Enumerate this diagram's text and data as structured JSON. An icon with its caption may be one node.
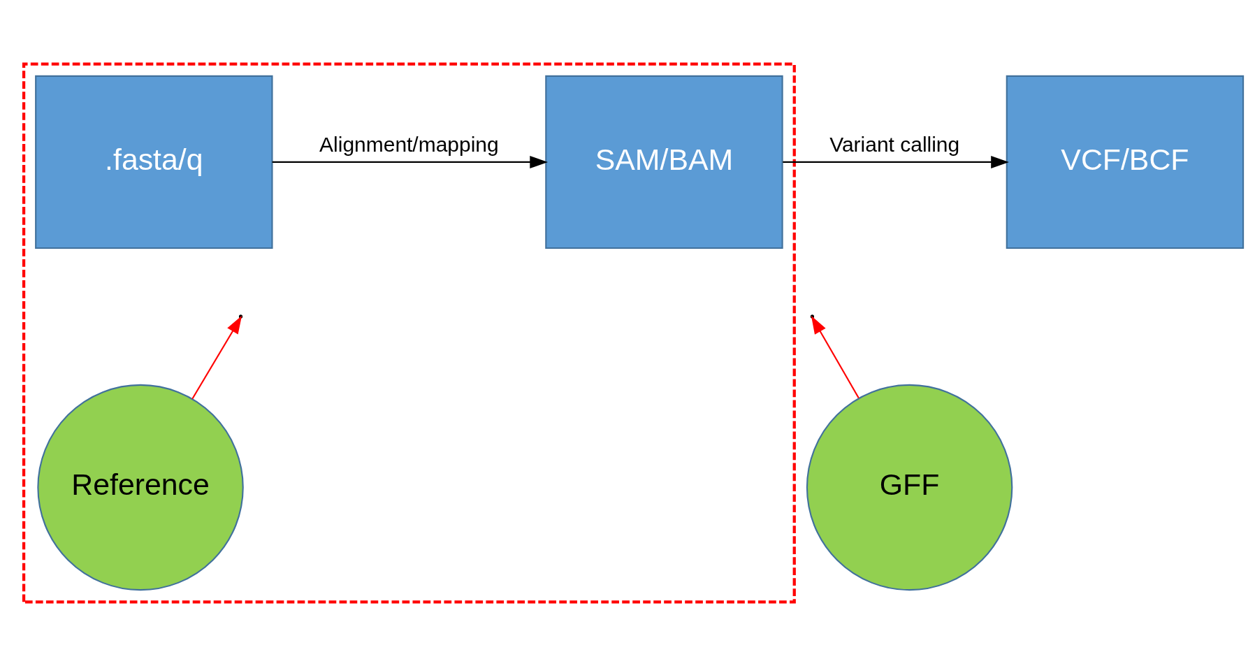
{
  "diagram": {
    "nodes": [
      {
        "text": [],
        "shape": "pentagon"
      },
      {
        "text": [
          ".fasta/q"
        ],
        "in": 0
      },
      {
        "text": [
          "SAM/BAM"
        ],
        "in": 0
      },
      {
        "text": [
          "VCF/BCF"
        ]
      },
      {
        "text": [
          "Reference"
        ],
        "in": 0
      },
      {
        "text": [
          "GFF"
        ]
      }
    ],
    "edges": [
      {
        "from": 1,
        "to": 2,
        "arrow": "to",
        "label": "Alignment/mapping"
      },
      {
        "from": 2,
        "to": 3,
        "arrow": "to",
        "label": "Variant calling"
      },
      {
        "from": 4,
        "to": null,
        "arrow": "to",
        "color": "#ff0000"
      },
      {
        "from": 5,
        "to": null,
        "arrow": "to",
        "color": "#ff0000"
      }
    ]
  }
}
